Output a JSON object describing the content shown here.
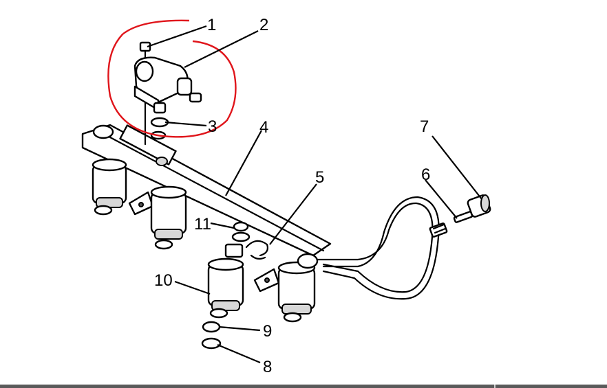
{
  "callouts": {
    "c1": "1",
    "c2": "2",
    "c3": "3",
    "c4": "4",
    "c5": "5",
    "c6": "6",
    "c7": "7",
    "c8": "8",
    "c9": "9",
    "c10": "10",
    "c11": "11"
  },
  "colors": {
    "highlight_circle": "#e0151b",
    "line_art": "#000000",
    "background": "#ffffff"
  }
}
